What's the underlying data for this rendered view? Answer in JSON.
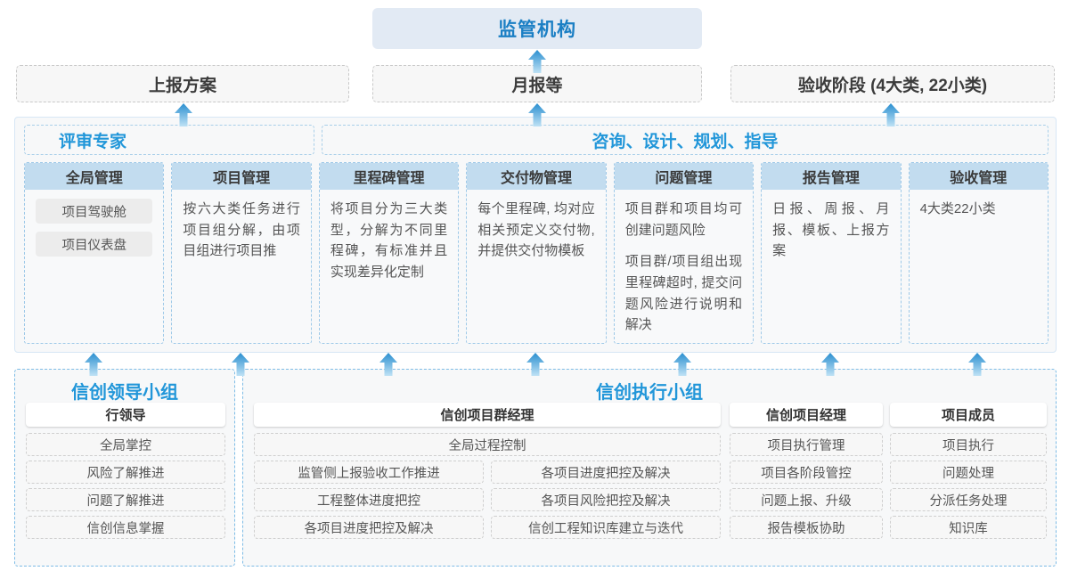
{
  "top": {
    "regulator": "监管机构",
    "reports": [
      "上报方案",
      "月报等",
      "验收阶段 (4大类, 22小类)"
    ]
  },
  "middle": {
    "band_left": "评审专家",
    "band_right": "咨询、设计、规划、指导",
    "columns": [
      {
        "title": "全局管理",
        "pills": [
          "项目驾驶舱",
          "项目仪表盘"
        ],
        "paras": []
      },
      {
        "title": "项目管理",
        "pills": [],
        "paras": [
          "按六大类任务进行项目组分解，由项目组进行项目推"
        ]
      },
      {
        "title": "里程碑管理",
        "pills": [],
        "paras": [
          "将项目分为三大类型，分解为不同里程碑，有标准并且实现差异化定制"
        ]
      },
      {
        "title": "交付物管理",
        "pills": [],
        "paras": [
          "每个里程碑, 均对应相关预定义交付物, 并提供交付物模板"
        ]
      },
      {
        "title": "问题管理",
        "pills": [],
        "paras": [
          "项目群和项目均可创建问题风险",
          "项目群/项目组出现里程碑超时, 提交问题风险进行说明和解决"
        ]
      },
      {
        "title": "报告管理",
        "pills": [],
        "paras": [
          "日报、周报、月报、模板、上报方案"
        ]
      },
      {
        "title": "验收管理",
        "pills": [],
        "paras": [
          "4大类22小类"
        ]
      }
    ]
  },
  "bottom": {
    "left": {
      "title": "信创领导小组",
      "role": "行领导",
      "items": [
        "全局掌控",
        "风险了解推进",
        "问题了解推进",
        "信创信息掌握"
      ]
    },
    "right": {
      "title": "信创执行小组",
      "groups": [
        {
          "role": "信创项目群经理",
          "wide_item": "全局过程控制",
          "col_left": [
            "监管侧上报验收工作推进",
            "工程整体进度把控",
            "各项目进度把控及解决"
          ],
          "col_right": [
            "各项目进度把控及解决",
            "各项目风险把控及解决",
            "信创工程知识库建立与迭代"
          ]
        },
        {
          "role": "信创项目经理",
          "items": [
            "项目执行管理",
            "项目各阶段管控",
            "问题上报、升级",
            "报告模板协助"
          ]
        },
        {
          "role": "项目成员",
          "items": [
            "项目执行",
            "问题处理",
            "分派任务处理",
            "知识库"
          ]
        }
      ]
    }
  },
  "icons": {
    "arrow": "arrow-up-icon"
  },
  "colors": {
    "accent": "#2196d9",
    "regulator_bg": "#e2eaf4",
    "col_head_bg": "#c2dcef",
    "arrow_top": "#2a8fd0",
    "arrow_bottom": "#bfe2f5"
  }
}
